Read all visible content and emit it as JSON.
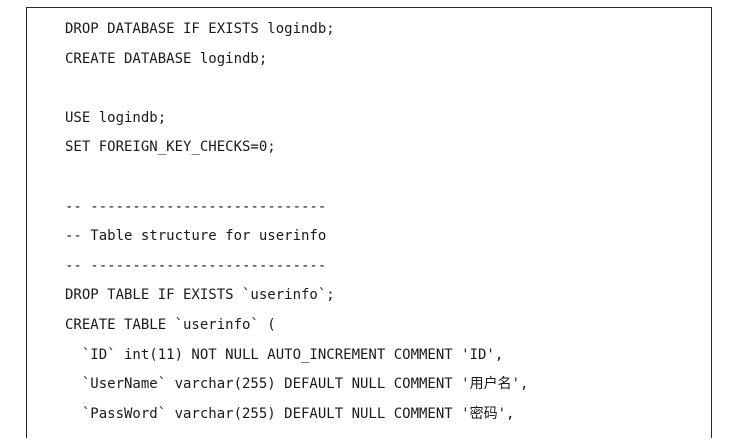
{
  "code": {
    "lines": [
      "DROP DATABASE IF EXISTS logindb;",
      "CREATE DATABASE logindb;",
      "",
      "USE logindb;",
      "SET FOREIGN_KEY_CHECKS=0;",
      "",
      "-- ----------------------------",
      "-- Table structure for userinfo",
      "-- ----------------------------",
      "DROP TABLE IF EXISTS `userinfo`;",
      "CREATE TABLE `userinfo` (",
      "  `ID` int(11) NOT NULL AUTO_INCREMENT COMMENT 'ID',",
      "  `UserName` varchar(255) DEFAULT NULL COMMENT '用户名',",
      "  `PassWord` varchar(255) DEFAULT NULL COMMENT '密码',"
    ]
  }
}
